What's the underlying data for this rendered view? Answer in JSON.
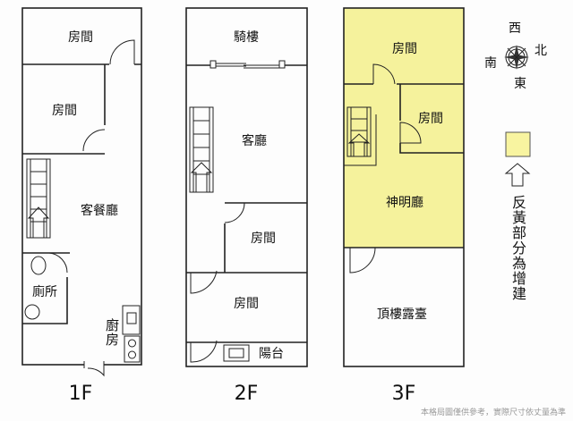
{
  "floors": [
    {
      "label": "1F",
      "rooms": [
        "房間",
        "房間",
        "客餐廳",
        "廁所",
        "廚房"
      ]
    },
    {
      "label": "2F",
      "rooms": [
        "騎樓",
        "客廳",
        "房間",
        "房間",
        "陽台"
      ]
    },
    {
      "label": "3F",
      "rooms": [
        "房間",
        "房間",
        "神明廳",
        "頂樓露臺"
      ]
    }
  ],
  "compass": {
    "west": "西",
    "north": "北",
    "south": "南",
    "east": "東"
  },
  "legend": {
    "text": "反黃部分為增建",
    "color": "#f8f4a0"
  },
  "disclaimer": "本格局圖僅供參考，實際尺寸依丈量為準",
  "colors": {
    "addition": "#f5f29c",
    "wall": "#222222"
  }
}
